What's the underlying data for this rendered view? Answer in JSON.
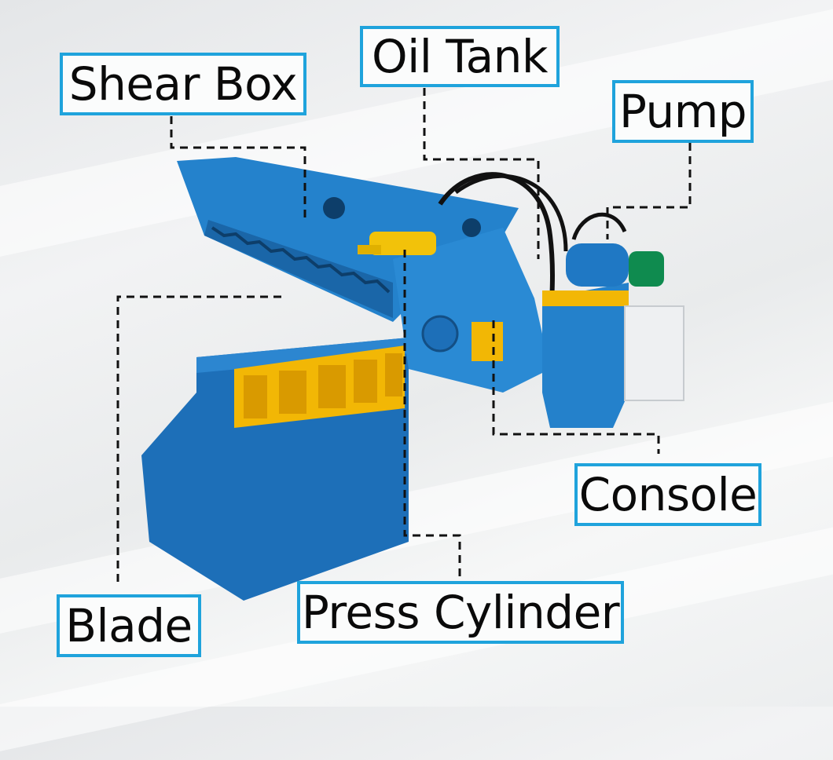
{
  "diagram": {
    "subject": "Hydraulic alligator scrap metal shear",
    "labels": [
      {
        "id": "shear_box",
        "text": "Shear Box"
      },
      {
        "id": "oil_tank",
        "text": "Oil Tank"
      },
      {
        "id": "pump",
        "text": "Pump"
      },
      {
        "id": "console",
        "text": "Console"
      },
      {
        "id": "blade",
        "text": "Blade"
      },
      {
        "id": "press_cylinder",
        "text": "Press Cylinder"
      }
    ],
    "colors": {
      "label_border": "#1fa3dc",
      "label_bg": "#fbfcfc",
      "machine_blue": "#1f78c4",
      "machine_yellow": "#f2b705",
      "leader_line": "#111111"
    }
  }
}
